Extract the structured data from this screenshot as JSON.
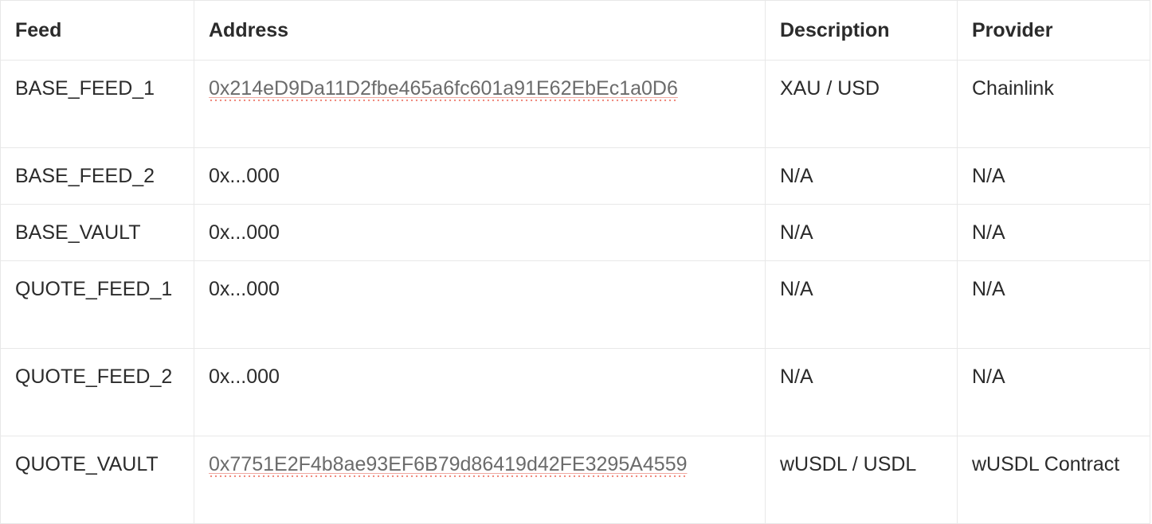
{
  "table": {
    "columns": [
      {
        "key": "feed",
        "label": "Feed"
      },
      {
        "key": "address",
        "label": "Address"
      },
      {
        "key": "description",
        "label": "Description"
      },
      {
        "key": "provider",
        "label": "Provider"
      }
    ],
    "rows": [
      {
        "feed": "BASE_FEED_1",
        "address": "0x214eD9Da11D2fbe465a6fc601a91E62EbEc1a0D6",
        "address_is_link": true,
        "description": "XAU / USD",
        "provider": "Chainlink",
        "height": "tall"
      },
      {
        "feed": "BASE_FEED_2",
        "address": "0x...000",
        "address_is_link": false,
        "description": "N/A",
        "provider": "N/A",
        "height": "short"
      },
      {
        "feed": "BASE_VAULT",
        "address": "0x...000",
        "address_is_link": false,
        "description": "N/A",
        "provider": "N/A",
        "height": "short"
      },
      {
        "feed": "QUOTE_FEED_1",
        "address": "0x...000",
        "address_is_link": false,
        "description": "N/A",
        "provider": "N/A",
        "height": "tall"
      },
      {
        "feed": "QUOTE_FEED_2",
        "address": "0x...000",
        "address_is_link": false,
        "description": "N/A",
        "provider": "N/A",
        "height": "tall"
      },
      {
        "feed": "QUOTE_VAULT",
        "address": "0x7751E2F4b8ae93EF6B79d86419d42FE3295A4559",
        "address_is_link": true,
        "description": "wUSDL / USDL",
        "provider": "wUSDL Contract",
        "height": "tall"
      }
    ]
  },
  "colors": {
    "text": "#2b2b2b",
    "address_text": "#6b6b6b",
    "spellcheck_underline": "#f08a7e",
    "border": "#e8e8e8",
    "background": "#ffffff"
  }
}
